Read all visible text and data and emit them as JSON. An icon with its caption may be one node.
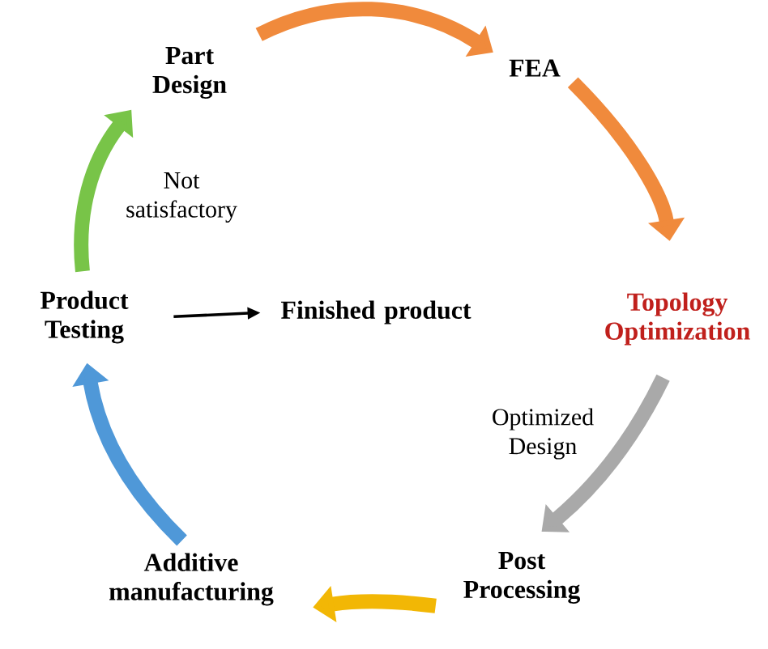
{
  "diagram": {
    "nodes": [
      {
        "text": [
          "Part Design"
        ]
      },
      {
        "text": [
          "FEA"
        ]
      },
      {
        "text": [
          "Topology Optimization"
        ]
      },
      {
        "text": [
          "Post Processing"
        ]
      },
      {
        "text": [
          "Additive manufacturing"
        ]
      },
      {
        "text": [
          "Product Testing"
        ]
      },
      {
        "text": [
          "Finished product"
        ]
      }
    ],
    "edges": [
      {
        "from": 0,
        "to": 1,
        "arrow": "to",
        "color": "#f08a3c"
      },
      {
        "from": 1,
        "to": 2,
        "arrow": "to",
        "color": "#f08a3c"
      },
      {
        "from": 2,
        "to": 3,
        "arrow": "to",
        "color": "#a9a9a9",
        "label": "Optimized Design"
      },
      {
        "from": 3,
        "to": 4,
        "arrow": "to",
        "color": "#f2b705"
      },
      {
        "from": 4,
        "to": 5,
        "arrow": "to",
        "color": "#4f98d8"
      },
      {
        "from": 5,
        "to": 0,
        "arrow": "to",
        "color": "#78c448",
        "label": "Not satisfactory"
      },
      {
        "from": 5,
        "to": 6,
        "arrow": "to",
        "color": "#000000"
      }
    ]
  }
}
